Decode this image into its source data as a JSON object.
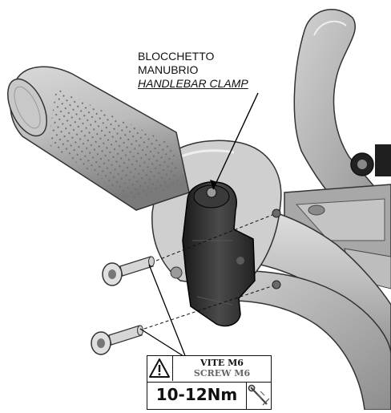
{
  "callout": {
    "line1": "BLOCCHETTO",
    "line2": "MANUBRIO",
    "line3": "HANDLEBAR CLAMP"
  },
  "spec": {
    "screw_it": "VITE M6",
    "screw_en": "SCREW M6",
    "torque": "10-12Nm",
    "warning_icon": "warning-triangle-icon",
    "tool_icon": "torque-wrench-icon"
  },
  "colors": {
    "clamp": "#2b2b2b",
    "grip": "#bdbdbd",
    "lever": "#b3b3b3"
  }
}
